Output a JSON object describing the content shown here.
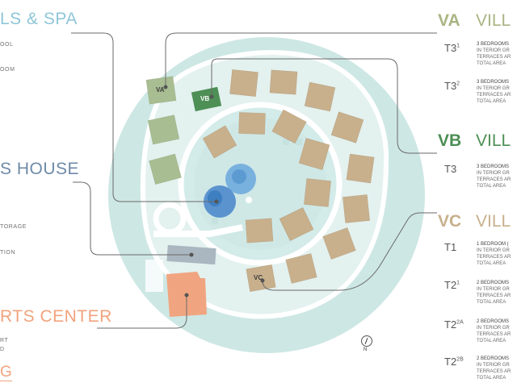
{
  "pools_spa": {
    "title": "LS & SPA",
    "items": [
      "OOL",
      "OOM"
    ]
  },
  "house": {
    "title": "S HOUSE",
    "items": [
      "TORAGE",
      "TION"
    ]
  },
  "sports": {
    "title": "RTS CENTER",
    "items": [
      "RT",
      "D"
    ]
  },
  "bottom_left": {
    "title": "G"
  },
  "map_labels": {
    "va": "VA",
    "vb": "VB",
    "vc": "VC"
  },
  "villas": [
    {
      "code": "VA",
      "name": "VILL",
      "color": "#a9b583",
      "types": [
        {
          "code": "T3",
          "sup": "1",
          "lines": [
            "3 BEDROOMS",
            "IN TERIOR GR",
            "TERRACES AR",
            "TOTAL AREA"
          ]
        },
        {
          "code": "T3",
          "sup": "2",
          "lines": [
            "3 BEDROOMS",
            "IN TERIOR GR",
            "TERRACES AR",
            "TOTAL AREA"
          ]
        }
      ]
    },
    {
      "code": "VB",
      "name": "VILL",
      "color": "#4d8f55",
      "types": [
        {
          "code": "T3",
          "sup": "",
          "lines": [
            "3 BEDROOMS",
            "IN TERIOR GR",
            "TERRACES AR",
            "TOTAL AREA"
          ]
        }
      ]
    },
    {
      "code": "VC",
      "name": "VILL",
      "color": "#c8b08d",
      "types": [
        {
          "code": "T1",
          "sup": "",
          "lines": [
            "1 BEDROOM (",
            "IN TERIOR GR",
            "TERRACES AR",
            "TOTAL AREA"
          ]
        },
        {
          "code": "T2",
          "sup": "1",
          "lines": [
            "2 BEDROOMS",
            "IN TERIOR GR",
            "TERRACES AR",
            "TOTAL AREA"
          ]
        },
        {
          "code": "T2",
          "sup": "2A",
          "lines": [
            "2 BEDROOMS",
            "IN TERIOR GR",
            "TERRACES AR",
            "TOTAL AREA"
          ]
        },
        {
          "code": "T2",
          "sup": "2B",
          "lines": [
            "2 BEDROOMS",
            "IN TERIOR GR",
            "TERRACES AR",
            "TOTAL AREA"
          ]
        }
      ]
    }
  ],
  "compass": {
    "label": "N"
  },
  "colors": {
    "lagoon": "#cde7e4",
    "ring_light": "#e6f2f0",
    "villa_tan": "#c8b08d",
    "villa_green_light": "#a9bd92",
    "villa_green_dark": "#4d8f55",
    "pool_blue": "#7db4dc",
    "house_gray": "#aab6c0",
    "sports_orange": "#f0a580",
    "pools_title": "#8ec6d8",
    "house_title": "#6e8aa6",
    "sports_title": "#f1a37d"
  }
}
